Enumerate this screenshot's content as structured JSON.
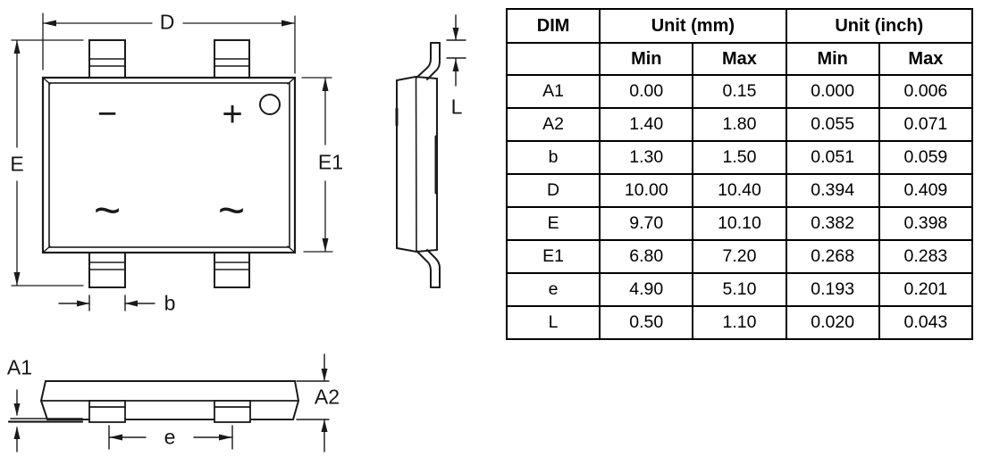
{
  "diagram": {
    "labels": {
      "d": "D",
      "e_height": "E",
      "e1": "E1",
      "b": "b",
      "l": "L",
      "a1": "A1",
      "a2": "A2",
      "pitch": "e"
    },
    "marks": {
      "minus": "−",
      "plus": "+",
      "ac_left": "~",
      "ac_right": "~"
    },
    "colors": {
      "line": "#1a1a1a",
      "background": "#ffffff"
    }
  },
  "table": {
    "dim_header": "DIM",
    "mm_header": "Unit (mm)",
    "inch_header": "Unit (inch)",
    "min_label": "Min",
    "max_label": "Max",
    "rows": [
      {
        "dim": "A1",
        "mm_min": "0.00",
        "mm_max": "0.15",
        "in_min": "0.000",
        "in_max": "0.006"
      },
      {
        "dim": "A2",
        "mm_min": "1.40",
        "mm_max": "1.80",
        "in_min": "0.055",
        "in_max": "0.071"
      },
      {
        "dim": "b",
        "mm_min": "1.30",
        "mm_max": "1.50",
        "in_min": "0.051",
        "in_max": "0.059"
      },
      {
        "dim": "D",
        "mm_min": "10.00",
        "mm_max": "10.40",
        "in_min": "0.394",
        "in_max": "0.409"
      },
      {
        "dim": "E",
        "mm_min": "9.70",
        "mm_max": "10.10",
        "in_min": "0.382",
        "in_max": "0.398"
      },
      {
        "dim": "E1",
        "mm_min": "6.80",
        "mm_max": "7.20",
        "in_min": "0.268",
        "in_max": "0.283"
      },
      {
        "dim": "e",
        "mm_min": "4.90",
        "mm_max": "5.10",
        "in_min": "0.193",
        "in_max": "0.201"
      },
      {
        "dim": "L",
        "mm_min": "0.50",
        "mm_max": "1.10",
        "in_min": "0.020",
        "in_max": "0.043"
      }
    ]
  }
}
